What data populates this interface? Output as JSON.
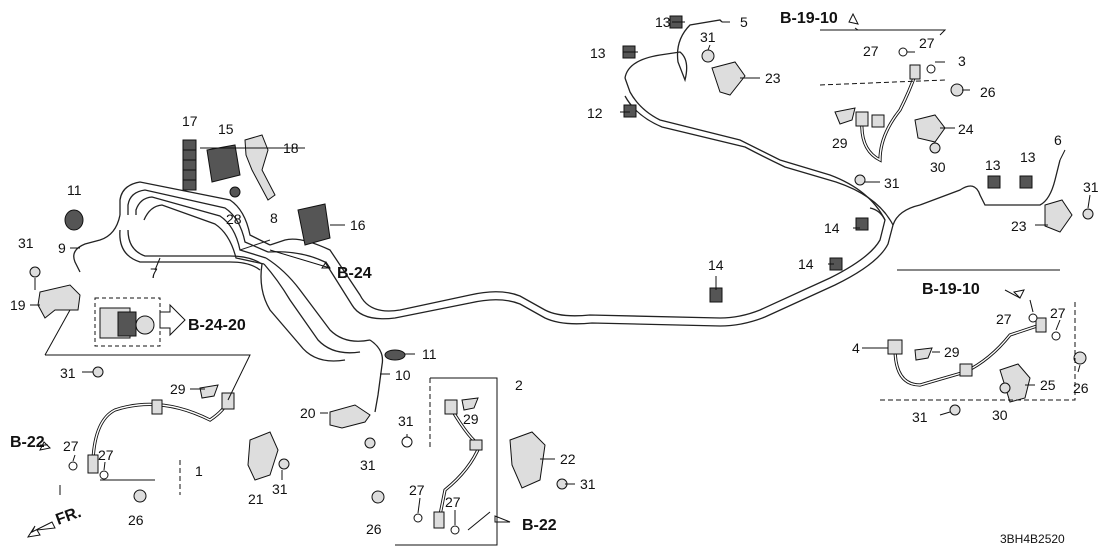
{
  "diagram_code": "3BH4B2520",
  "ref_labels": {
    "b19_10_top": "B-19-10",
    "b19_10_mid": "B-19-10",
    "b24": "B-24",
    "b24_20": "B-24-20",
    "b22_left": "B-22",
    "b22_bottom": "B-22",
    "fr": "FR."
  },
  "callouts": {
    "n13a": "13",
    "n5": "5",
    "n13b": "13",
    "n31a": "31",
    "n23a": "23",
    "n27a": "27",
    "n27b": "27",
    "n3": "3",
    "n12": "12",
    "n26a": "26",
    "n29a": "29",
    "n24": "24",
    "n30a": "30",
    "n31b": "31",
    "n6": "6",
    "n13c": "13",
    "n13d": "13",
    "n31c": "31",
    "n23b": "23",
    "n17": "17",
    "n15": "15",
    "n18": "18",
    "n11a": "11",
    "n28": "28",
    "n8": "8",
    "n16": "16",
    "n14a": "14",
    "n14b": "14",
    "n14c": "14",
    "n31d": "31",
    "n9": "9",
    "n7": "7",
    "n19": "19",
    "n27c": "27",
    "n27d": "27",
    "n4": "4",
    "n29b": "29",
    "n25": "25",
    "n26b": "26",
    "n30b": "30",
    "n31e": "31",
    "n11b": "11",
    "n10": "10",
    "n31f": "31",
    "n29c": "29",
    "n2": "2",
    "n20": "20",
    "n31g": "31",
    "n29d": "29",
    "n22": "22",
    "n27e": "27",
    "n27f": "27",
    "n1": "1",
    "n21": "21",
    "n31h": "31",
    "n26c": "26",
    "n31i": "31",
    "n31j": "31",
    "n27g": "27",
    "n27h": "27",
    "n26d": "26"
  }
}
